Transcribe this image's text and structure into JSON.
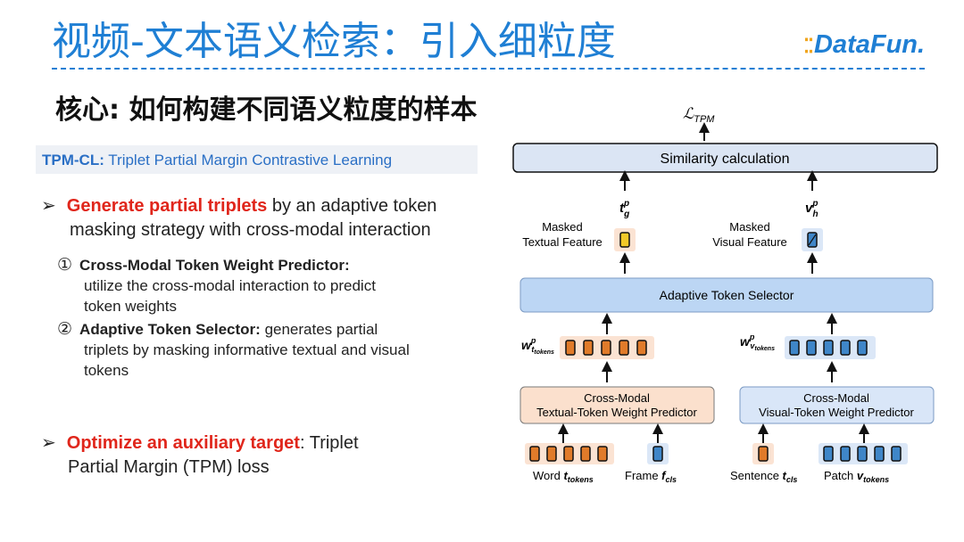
{
  "header": {
    "title": "视频-文本语义检索：引入细粒度",
    "logo": "DataFun."
  },
  "subtitle": "核心: 如何构建不同语义粒度的样本",
  "tpm": {
    "abbr": "TPM-CL:",
    "full": " Triplet Partial Margin Contrastive Learning"
  },
  "bullets": {
    "b1_red": "Generate partial triplets",
    "b1_line1_rest": " by an adaptive token",
    "b1_line2": "masking strategy with cross-modal interaction",
    "s1_num": "①",
    "s1_title": "Cross-Modal Token Weight Predictor:",
    "s1_line2": "utilize the cross-modal interaction to predict",
    "s1_line3": "token weights",
    "s2_num": "②",
    "s2_title": "Adaptive Token Selector:",
    "s2_line1_rest": " generates partial",
    "s2_line2": "triplets by masking informative textual and visual",
    "s2_line3": "tokens",
    "b2_red": "Optimize an auxiliary target",
    "b2_line1_rest": ": Triplet",
    "b2_line2": "Partial Margin (TPM) loss"
  },
  "diagram": {
    "loss": "ℒ",
    "loss_sub": "TPM",
    "similarity": "Similarity calculation",
    "tg": "t",
    "tg_sup": "p",
    "tg_sub": "g",
    "vh": "v",
    "vh_sup": "p",
    "vh_sub": "h",
    "masked_text_1": "Masked",
    "masked_text_2": "Textual Feature",
    "masked_vis_1": "Masked",
    "masked_vis_2": "Visual Feature",
    "selector": "Adaptive Token Selector",
    "wt": "w",
    "wt_sup": "p",
    "wt_sub": "t",
    "wt_subsub": "tokens",
    "wv": "w",
    "wv_sup": "p",
    "wv_sub": "v",
    "wv_subsub": "tokens",
    "pred_text_1": "Cross-Modal",
    "pred_text_2": "Textual-Token Weight Predictor",
    "pred_vis_1": "Cross-Modal",
    "pred_vis_2": "Visual-Token Weight Predictor",
    "word": "Word ",
    "word_sym": "t",
    "word_sub": "tokens",
    "frame": "Frame ",
    "frame_sym": "f",
    "frame_sub": "cls",
    "sentence": "Sentence ",
    "sentence_sym": "t",
    "sentence_sub": "cls",
    "patch": "Patch ",
    "patch_sym": "v",
    "patch_sub": "tokens"
  },
  "colors": {
    "title_blue": "#1f7fd4",
    "red": "#e0261b",
    "orange_token": "#e07b2a",
    "blue_token": "#3f86c8",
    "text_box": "#fbe3d3",
    "vis_box": "#dbe7f7"
  }
}
